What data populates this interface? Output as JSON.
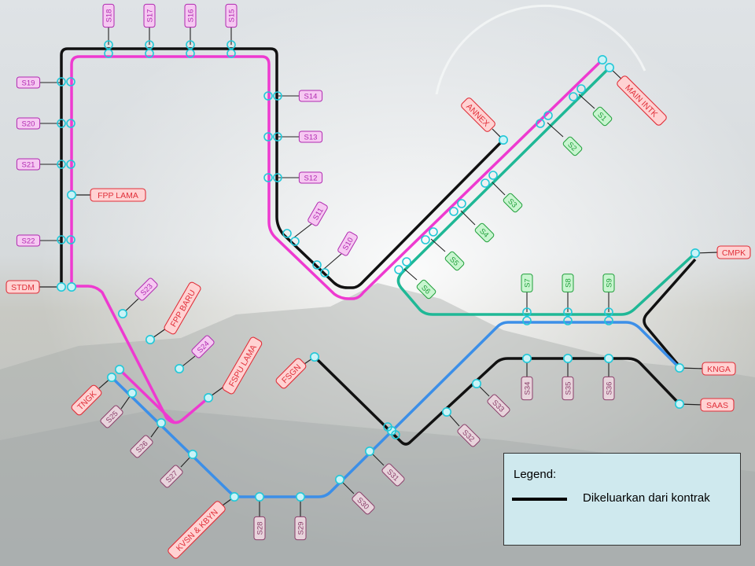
{
  "colors": {
    "black_line": "#111111",
    "magenta_line": "#ee3ad0",
    "green_line": "#1fb896",
    "blue_line": "#3c8fe8",
    "node_fill": "#c9f3f7",
    "node_stroke": "#22c8d8",
    "station_text": "#e0303a",
    "station_fill": "#ffd2d2",
    "magenta_tag_text": "#b02ab0",
    "magenta_tag_fill": "#f6c8f2",
    "green_tag_text": "#1f9f3a",
    "green_tag_fill": "#c8f5cf",
    "purple_tag_text": "#8a3f6a",
    "purple_tag_fill": "#e8d4dc",
    "legend_fill": "#cfe9ee"
  },
  "stations": [
    {
      "id": "stdm",
      "label": "STDM"
    },
    {
      "id": "fpp-lama",
      "label": "FPP LAMA"
    },
    {
      "id": "fpp-baru",
      "label": "FPP BARU"
    },
    {
      "id": "fspu-lama",
      "label": "FSPU LAMA"
    },
    {
      "id": "annex",
      "label": "ANNEX"
    },
    {
      "id": "main-intk",
      "label": "MAIN INTK"
    },
    {
      "id": "cmpk",
      "label": "CMPK"
    },
    {
      "id": "knga",
      "label": "KNGA"
    },
    {
      "id": "saas",
      "label": "SAAS"
    },
    {
      "id": "fsgn",
      "label": "FSGN"
    },
    {
      "id": "tngk",
      "label": "TNGK"
    },
    {
      "id": "kvsn-kbyn",
      "label": "KVSN & KBYN"
    }
  ],
  "tags": [
    "S18",
    "S17",
    "S16",
    "S15",
    "S19",
    "S20",
    "S21",
    "S22",
    "S14",
    "S13",
    "S12",
    "S11",
    "S10",
    "S23",
    "S24",
    "S1",
    "S2",
    "S3",
    "S4",
    "S5",
    "S6",
    "S7",
    "S8",
    "S9",
    "S25",
    "S26",
    "S27",
    "S28",
    "S29",
    "S30",
    "S31",
    "S32",
    "S33",
    "S34",
    "S35",
    "S36"
  ],
  "legend": {
    "title": "Legend:",
    "label": "Dikeluarkan dari kontrak"
  }
}
